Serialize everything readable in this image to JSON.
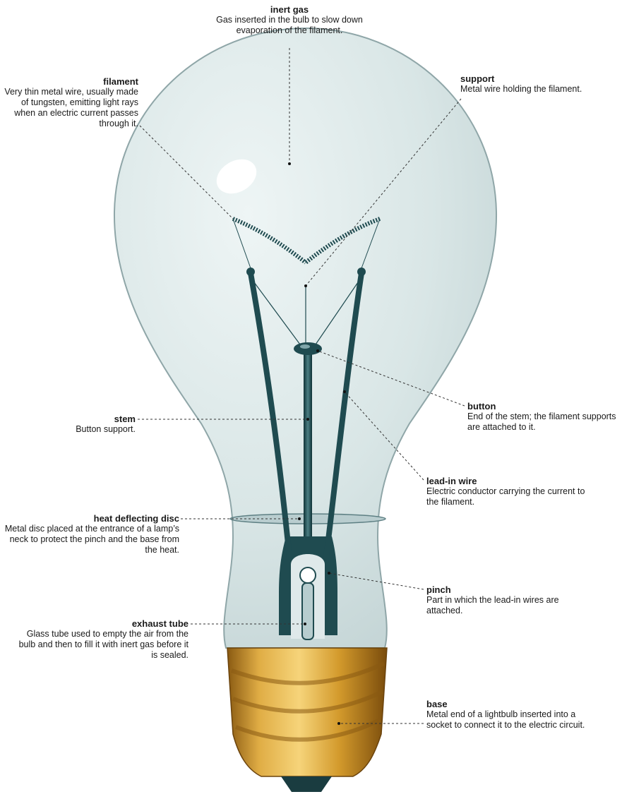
{
  "labels": {
    "inert_gas": {
      "title": "inert gas",
      "desc": "Gas inserted in the bulb to slow down evaporation of the filament."
    },
    "filament": {
      "title": "filament",
      "desc": "Very thin metal wire, usually made of tungsten, emitting light rays when an electric current passes through it."
    },
    "support": {
      "title": "support",
      "desc": "Metal wire holding the filament."
    },
    "button": {
      "title": "button",
      "desc": "End of the stem; the filament supports are attached to it."
    },
    "stem": {
      "title": "stem",
      "desc": "Button support."
    },
    "lead_in_wire": {
      "title": "lead-in wire",
      "desc": "Electric conductor carrying the current to the filament."
    },
    "heat_deflecting_disc": {
      "title": "heat deflecting disc",
      "desc": "Metal disc placed at the entrance of a lamp’s neck to protect the pinch and the base from the heat."
    },
    "pinch": {
      "title": "pinch",
      "desc": "Part in which the lead-in wires are attached."
    },
    "exhaust_tube": {
      "title": "exhaust tube",
      "desc": "Glass tube used to empty the air from the bulb and then to fill it with inert gas before it is sealed."
    },
    "base": {
      "title": "base",
      "desc": "Metal end of a lightbulb inserted into a socket to connect it to the electric circuit."
    }
  },
  "colors": {
    "glass": "#dbe7e7",
    "glass_edge": "#9fb3b5",
    "wire": "#1f4b50",
    "base_gold": "#d49a2a"
  }
}
